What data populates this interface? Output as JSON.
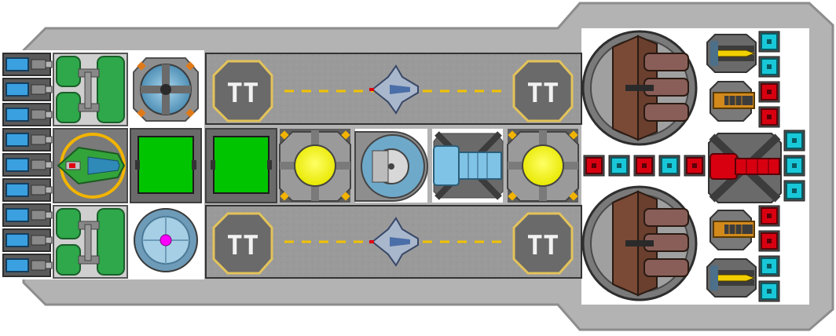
{
  "game": {
    "view": "ship-builder-top-down"
  },
  "palette": {
    "hull": "#b3b3b3",
    "hull_edge": "#808080",
    "deck": "#8a8a8a",
    "runway": "#9a9a9a",
    "runway_stripe": "#f2c200",
    "pad_border": "#e3c35a",
    "pad_fill": "#6a6a6a",
    "engine_blue": "#3aa0e0",
    "thruster_green": "#2ea84a",
    "reactor_green": "#00c400",
    "core_yellow": "#ffff00",
    "turret_body": "#7a4a36",
    "barrel": "#8a5e58",
    "node_red": "#d80010",
    "node_cyan": "#19c8d8",
    "core_magenta": "#ff00ff",
    "weapon_gold": "#f2d000",
    "cannon_orange": "#d28a1c"
  },
  "ship": {
    "hangars": [
      {
        "label": "TT",
        "craft": "fighter-icon"
      },
      {
        "label": "TT",
        "craft": "fighter-icon"
      }
    ],
    "connector_row": [
      "red",
      "cyan",
      "red",
      "cyan",
      "red"
    ],
    "node_columns": {
      "top": [
        "cyan",
        "cyan",
        "red",
        "red"
      ],
      "mid": [
        "cyan",
        "cyan",
        "cyan"
      ],
      "bottom": [
        "red",
        "red",
        "cyan",
        "cyan"
      ]
    }
  }
}
